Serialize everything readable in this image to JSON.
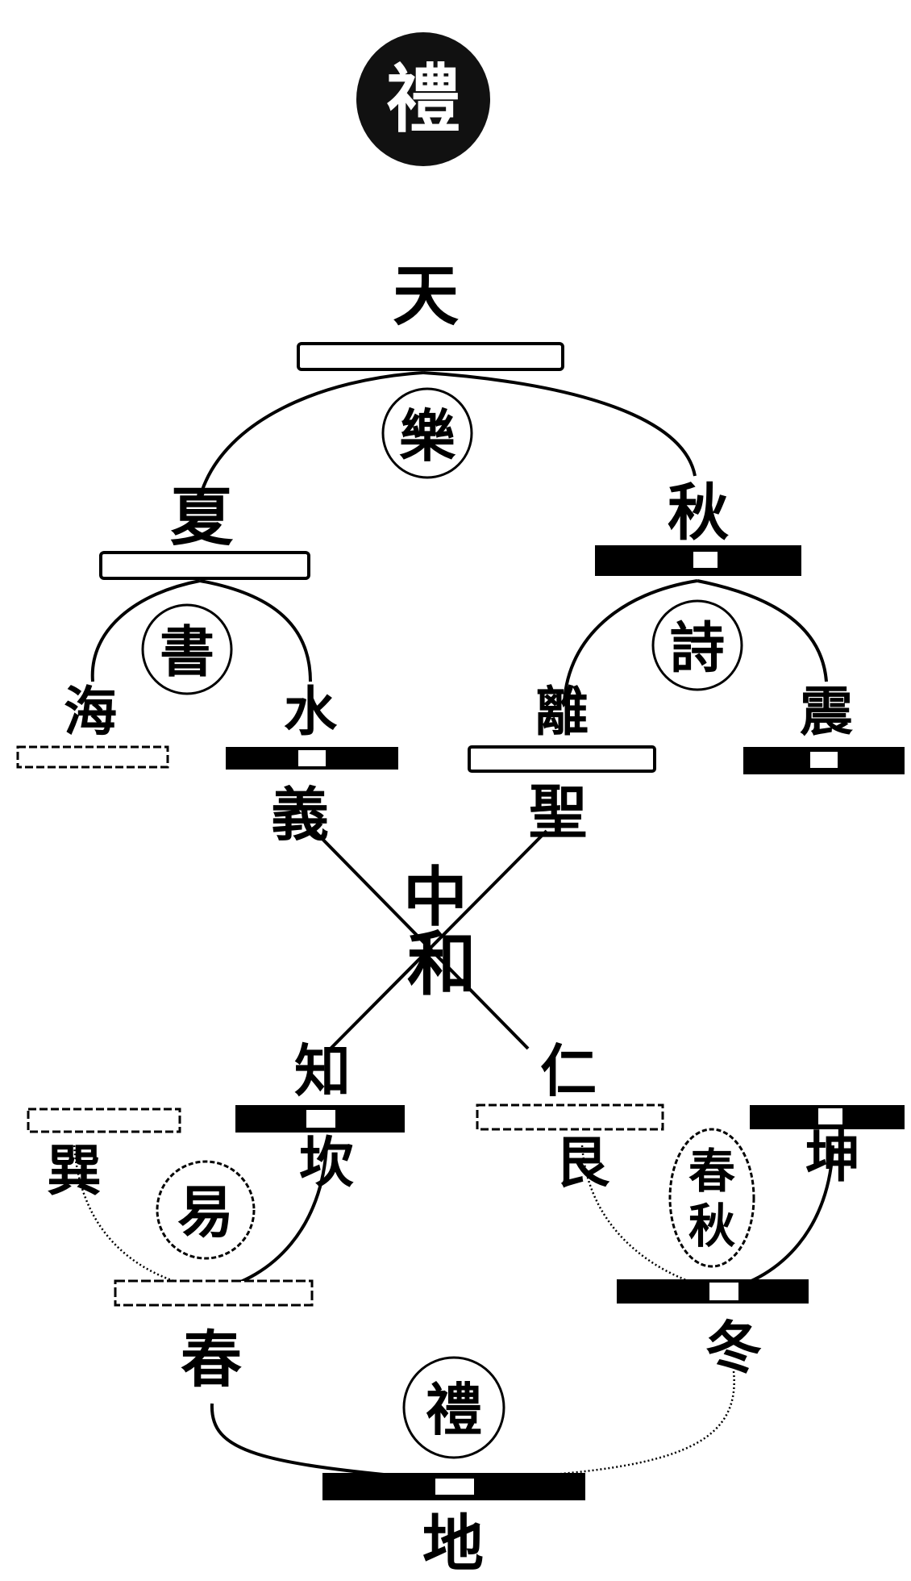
{
  "title": "禮",
  "top": {
    "label": "天"
  },
  "bottom": {
    "label": "地"
  },
  "center": {
    "label_1": "中",
    "label_2": "和"
  },
  "rings": {
    "top": "樂",
    "upper_left": "書",
    "upper_right": "詩",
    "lower_left": "易",
    "lower_right_1": "春",
    "lower_right_2": "秋",
    "bottom": "禮"
  },
  "seasons": {
    "summer": "夏",
    "autumn": "秋",
    "spring": "春",
    "winter": "冬"
  },
  "upper_leaves": {
    "far_left": "海",
    "mid_left": "水",
    "mid_right": "離",
    "far_right": "震"
  },
  "upper_virtues": {
    "left": "義",
    "right": "聖"
  },
  "lower_virtues": {
    "left": "知",
    "right": "仁"
  },
  "lower_trigrams": {
    "left_outer": "巽",
    "left_inner": "坎",
    "right_outer": "艮",
    "right_inner": "坤"
  },
  "colors": {
    "ink": "#000000",
    "paper": "#ffffff"
  }
}
